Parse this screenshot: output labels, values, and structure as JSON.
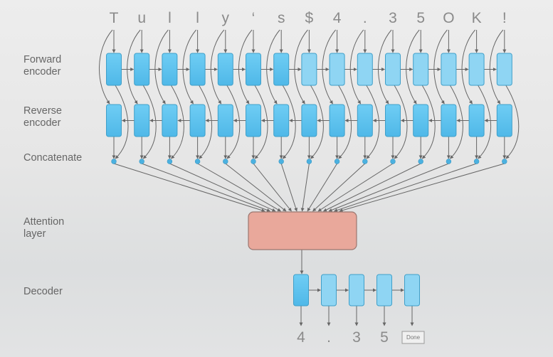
{
  "labels": {
    "forward": "Forward\nencoder",
    "reverse": "Reverse\nencoder",
    "concat": "Concatenate",
    "attention": "Attention\nlayer",
    "decoder": "Decoder"
  },
  "input_chars": [
    "T",
    "u",
    "l",
    "l",
    "y",
    "‘",
    "s",
    "$",
    "4",
    ".",
    "3",
    "5",
    "O",
    "K",
    "!"
  ],
  "output_chars": [
    "4",
    ".",
    "3",
    "5"
  ],
  "done_label": "Done",
  "colors": {
    "encoder_fill": "#5fc3ee",
    "encoder_fill_light": "#8fd5f3",
    "encoder_stroke": "#3f9fc9",
    "attention_fill": "#e9a89b",
    "attention_stroke": "#9b7770",
    "arrow": "#666666",
    "dot": "#4bb1e0"
  }
}
